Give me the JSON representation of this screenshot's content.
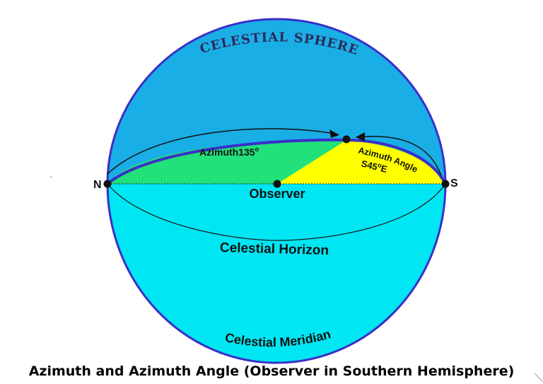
{
  "diagram": {
    "sphere_label": "CELESTIAL SPHERE",
    "north_label": "N",
    "south_label": "S",
    "observer_label": "Observer",
    "azimuth_label": "Azimuth135",
    "azimuth_degree_mark": "o",
    "azimuth_angle_label": "Azimuth Angle",
    "azimuth_angle_value": "S45",
    "azimuth_angle_degree_mark": "o",
    "azimuth_angle_suffix": "E",
    "horizon_label": "Celestial Horizon",
    "meridian_label": "Celestial Meridian",
    "caption": "Azimuth and Azimuth Angle (Observer in Southern Hemisphere)"
  },
  "colors": {
    "upper_sphere": "#1aaee6",
    "lower_sphere": "#00e6f2",
    "sphere_outline": "#3a2fc8",
    "azimuth_sector": "#22e07a",
    "azimuth_angle_sector": "#ffff00",
    "points": "#111111"
  }
}
